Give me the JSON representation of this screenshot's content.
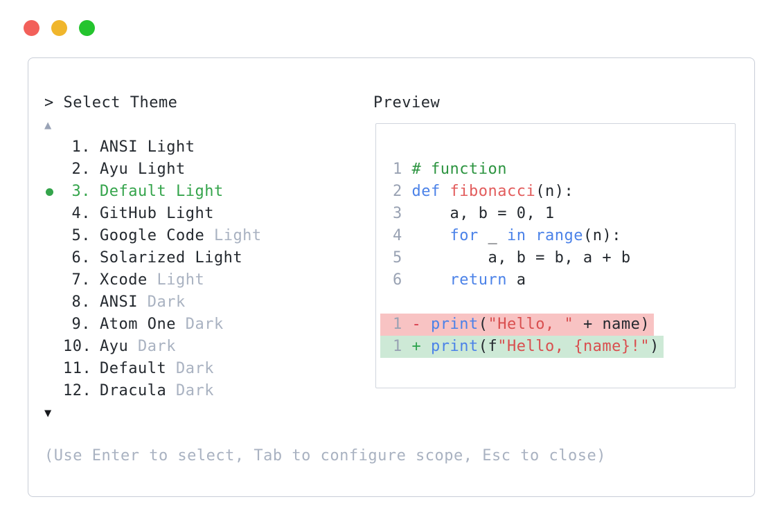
{
  "window": {
    "traffic_lights": [
      {
        "name": "close",
        "color": "#f2605a"
      },
      {
        "name": "minimize",
        "color": "#f0b62c"
      },
      {
        "name": "zoom",
        "color": "#24c42e"
      }
    ]
  },
  "palette": {
    "title": "> Select Theme",
    "scroll_up_indicator": "▲",
    "scroll_down_indicator": "▼",
    "items": [
      {
        "number": "1.",
        "name": "ANSI Light",
        "variant": "",
        "selected": false
      },
      {
        "number": "2.",
        "name": "Ayu Light",
        "variant": "",
        "selected": false
      },
      {
        "number": "3.",
        "name": "Default Light",
        "variant": "",
        "selected": true
      },
      {
        "number": "4.",
        "name": "GitHub Light",
        "variant": "",
        "selected": false
      },
      {
        "number": "5.",
        "name": "Google Code",
        "variant": "Light",
        "selected": false
      },
      {
        "number": "6.",
        "name": "Solarized Light",
        "variant": "",
        "selected": false
      },
      {
        "number": "7.",
        "name": "Xcode",
        "variant": "Light",
        "selected": false
      },
      {
        "number": "8.",
        "name": "ANSI",
        "variant": "Dark",
        "selected": false
      },
      {
        "number": "9.",
        "name": "Atom One",
        "variant": "Dark",
        "selected": false
      },
      {
        "number": "10.",
        "name": "Ayu",
        "variant": "Dark",
        "selected": false
      },
      {
        "number": "11.",
        "name": "Default",
        "variant": "Dark",
        "selected": false
      },
      {
        "number": "12.",
        "name": "Dracula",
        "variant": "Dark",
        "selected": false
      }
    ],
    "footer_hint": "(Use Enter to select, Tab to configure scope, Esc to close)"
  },
  "preview": {
    "label": "Preview",
    "lines": [
      {
        "bg": "none",
        "tokens": [
          {
            "t": "1",
            "c": "linenum"
          },
          {
            "t": " ",
            "c": "plain"
          },
          {
            "t": "# function",
            "c": "comment"
          }
        ]
      },
      {
        "bg": "none",
        "tokens": [
          {
            "t": "2",
            "c": "linenum"
          },
          {
            "t": " ",
            "c": "plain"
          },
          {
            "t": "def",
            "c": "keyword"
          },
          {
            "t": " ",
            "c": "plain"
          },
          {
            "t": "fibonacci",
            "c": "function"
          },
          {
            "t": "(n):",
            "c": "plain"
          }
        ]
      },
      {
        "bg": "none",
        "tokens": [
          {
            "t": "3",
            "c": "linenum"
          },
          {
            "t": " ",
            "c": "plain"
          },
          {
            "t": "    a, b = 0, 1",
            "c": "plain"
          }
        ]
      },
      {
        "bg": "none",
        "tokens": [
          {
            "t": "4",
            "c": "linenum"
          },
          {
            "t": " ",
            "c": "plain"
          },
          {
            "t": "    ",
            "c": "plain"
          },
          {
            "t": "for",
            "c": "keyword"
          },
          {
            "t": " _ ",
            "c": "plain"
          },
          {
            "t": "in",
            "c": "keyword"
          },
          {
            "t": " ",
            "c": "plain"
          },
          {
            "t": "range",
            "c": "keyword"
          },
          {
            "t": "(n):",
            "c": "plain"
          }
        ]
      },
      {
        "bg": "none",
        "tokens": [
          {
            "t": "5",
            "c": "linenum"
          },
          {
            "t": " ",
            "c": "plain"
          },
          {
            "t": "        a, b = b, a + b",
            "c": "plain"
          }
        ]
      },
      {
        "bg": "none",
        "tokens": [
          {
            "t": "6",
            "c": "linenum"
          },
          {
            "t": " ",
            "c": "plain"
          },
          {
            "t": "    ",
            "c": "plain"
          },
          {
            "t": "return",
            "c": "keyword"
          },
          {
            "t": " a",
            "c": "plain"
          }
        ]
      },
      {
        "bg": "none",
        "tokens": []
      },
      {
        "bg": "removed",
        "tokens": [
          {
            "t": "1",
            "c": "linenum"
          },
          {
            "t": " ",
            "c": "plain"
          },
          {
            "t": "-",
            "c": "minus"
          },
          {
            "t": " ",
            "c": "plain"
          },
          {
            "t": "print",
            "c": "keyword"
          },
          {
            "t": "(",
            "c": "plain"
          },
          {
            "t": "\"Hello, \"",
            "c": "string"
          },
          {
            "t": " + name)",
            "c": "plain"
          }
        ]
      },
      {
        "bg": "added",
        "tokens": [
          {
            "t": "1",
            "c": "linenum"
          },
          {
            "t": " ",
            "c": "plain"
          },
          {
            "t": "+",
            "c": "plus"
          },
          {
            "t": " ",
            "c": "plain"
          },
          {
            "t": "print",
            "c": "keyword"
          },
          {
            "t": "(f",
            "c": "plain"
          },
          {
            "t": "\"Hello, {name}!\"",
            "c": "string"
          },
          {
            "t": ")",
            "c": "plain"
          }
        ]
      }
    ]
  },
  "colors": {
    "selected_green": "#34a44b",
    "comment_green": "#2c9440",
    "keyword_blue": "#4b82e8",
    "code_red": "#e25c5c",
    "string_red": "#d94f4f",
    "diff_removed_bg": "#f8c3c3",
    "diff_added_bg": "#cde9d6",
    "muted_gray": "#a9b2c1",
    "text_dark": "#24292f",
    "panel_border": "#c8cdd7"
  }
}
